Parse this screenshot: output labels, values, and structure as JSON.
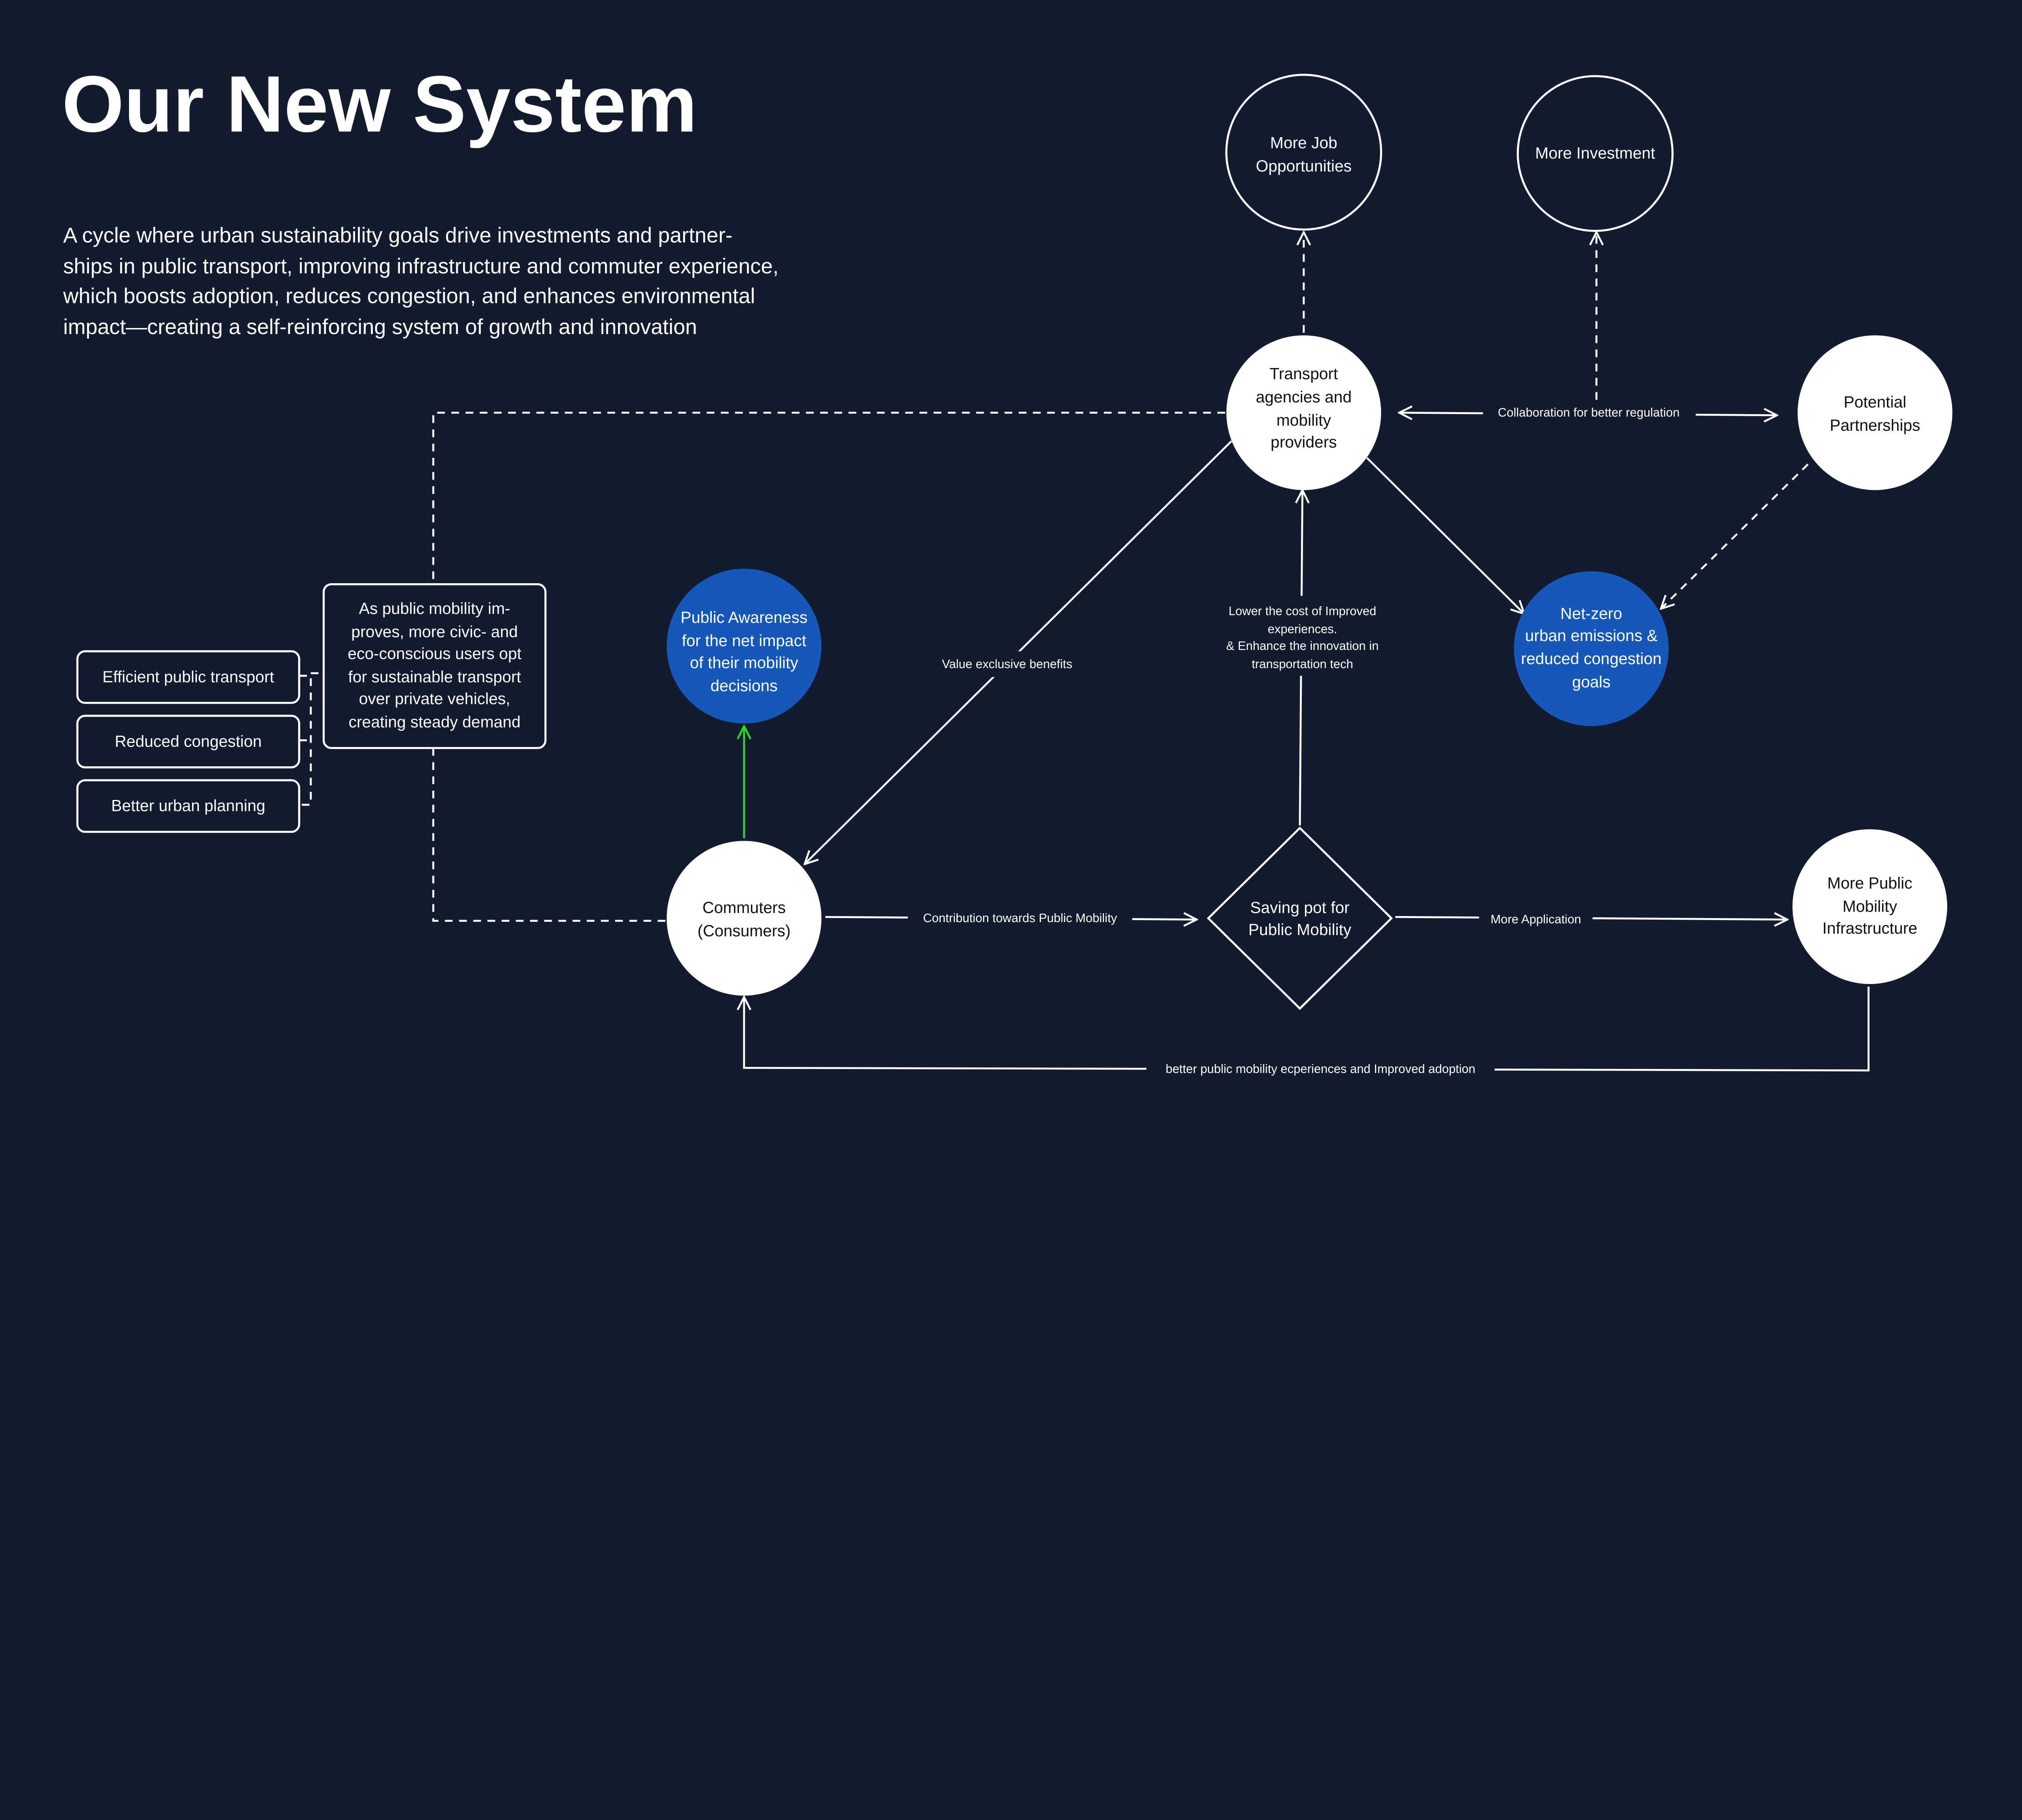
{
  "title": "Our New System",
  "description": [
    "A cycle where urban sustainability goals drive investments and partner-",
    "ships in public transport, improving infrastructure and commuter experience,",
    "which boosts adoption, reduces congestion, and enhances environmental",
    "impact—creating a self-reinforcing system of growth and innovation"
  ],
  "colors": {
    "background": "#131b2e",
    "accent_blue": "#1558b8",
    "awareness_arrow": "#22dd22"
  },
  "nodes": {
    "more_jobs": [
      "More Job",
      "Opportunities"
    ],
    "more_investment": [
      "More Investment"
    ],
    "transport_agencies": [
      "Transport",
      "agencies and",
      "mobility",
      "providers"
    ],
    "potential_partnerships": [
      "Potential",
      "Partnerships"
    ],
    "net_zero": [
      "Net-zero",
      "urban emissions &",
      "reduced congestion",
      "goals"
    ],
    "public_awareness": [
      "Public Awareness",
      "for the net impact",
      "of their mobility",
      "decisions"
    ],
    "commuters": [
      "Commuters",
      "(Consumers)"
    ],
    "saving_pot": [
      "Saving pot for",
      "Public Mobility"
    ],
    "more_infrastructure": [
      "More Public",
      "Mobility",
      "Infrastructure"
    ]
  },
  "benefit_boxes": [
    "Efficient public transport",
    "Reduced congestion",
    "Better urban planning"
  ],
  "demand_box": [
    "As public mobility im-",
    "proves, more civic- and",
    "eco-conscious users opt",
    "for sustainable transport",
    "over private vehicles,",
    "creating steady demand"
  ],
  "edge_labels": {
    "collaboration": "Collaboration for better regulation",
    "value_benefits": "Value exclusive benefits",
    "lower_cost": [
      "Lower the cost of Improved",
      "experiences.",
      "& Enhance the innovation in",
      "transportation tech"
    ],
    "contribution": "Contribution towards Public Mobility",
    "more_application": "More Application",
    "feedback": "better public mobility ecperiences and  Improved adoption"
  }
}
